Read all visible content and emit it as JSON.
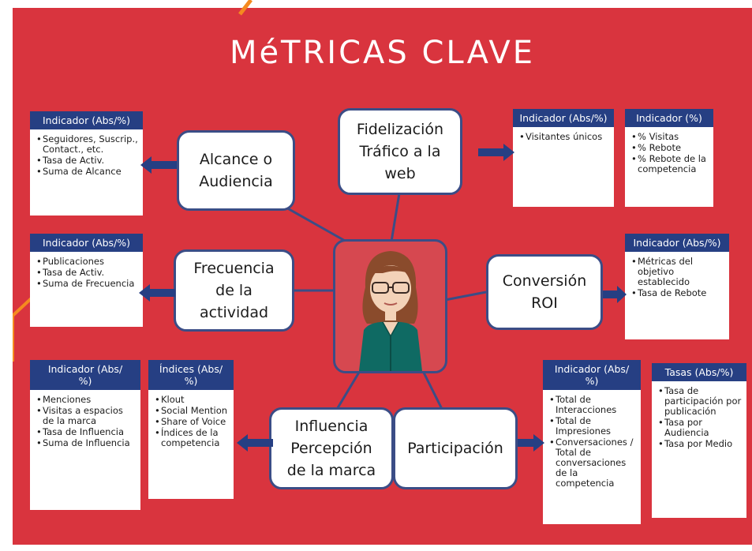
{
  "title": "MéTRICAS CLAVE",
  "colors": {
    "background": "#d9343e",
    "header": "#263f83",
    "border": "#3b4d86",
    "arrow": "#263f83",
    "accent_stroke": "#f58a1f"
  },
  "nodes": {
    "alcance": "Alcance o\nAudiencia",
    "fidelizacion": "Fidelización\nTráfico a la\nweb",
    "frecuencia": "Frecuencia\nde la\nactividad",
    "conversion": "Conversión\nROI",
    "influencia": "Influencia\nPercepción\nde la marca",
    "participacion": "Participación"
  },
  "cards": {
    "alcance": {
      "header": "Indicador (Abs/%)",
      "items": [
        "Seguidores, Suscrip., Contact., etc.",
        "Tasa de Activ.",
        "Suma de Alcance"
      ]
    },
    "fidelizacion_abs": {
      "header": "Indicador (Abs/%)",
      "items": [
        "Visitantes únicos"
      ]
    },
    "fidelizacion_pct": {
      "header": "Indicador (%)",
      "items": [
        "% Visitas",
        "% Rebote",
        "% Rebote de la competencia"
      ]
    },
    "frecuencia": {
      "header": "Indicador (Abs/%)",
      "items": [
        "Publicaciones",
        "Tasa de Activ.",
        "Suma de Frecuencia"
      ]
    },
    "conversion": {
      "header": "Indicador (Abs/%)",
      "items": [
        "Métricas del objetivo establecido",
        "Tasa de Rebote"
      ]
    },
    "influencia_abs": {
      "header": "Indicador (Abs/\n%)",
      "items": [
        "Menciones",
        "Visitas a espacios de la marca",
        "Tasa de Influencia",
        "Suma de Influencia"
      ]
    },
    "influencia_indices": {
      "header": "Índices (Abs/\n%)",
      "items": [
        "Klout",
        "Social Mention",
        "Share of Voice",
        "Índices de la competencia"
      ]
    },
    "participacion_abs": {
      "header": "Indicador (Abs/\n%)",
      "items": [
        "Total de Interacciones",
        "Total de Impresiones",
        "Conversaciones / Total de conversaciones de la competencia"
      ]
    },
    "participacion_tasas": {
      "header": "Tasas (Abs/%)",
      "items": [
        "Tasa de participación por publicación",
        "Tasa por Audiencia",
        "Tasa por Medio"
      ]
    }
  },
  "icons": {
    "arrows": "arrow-icon",
    "center": "avatar-illustration"
  }
}
